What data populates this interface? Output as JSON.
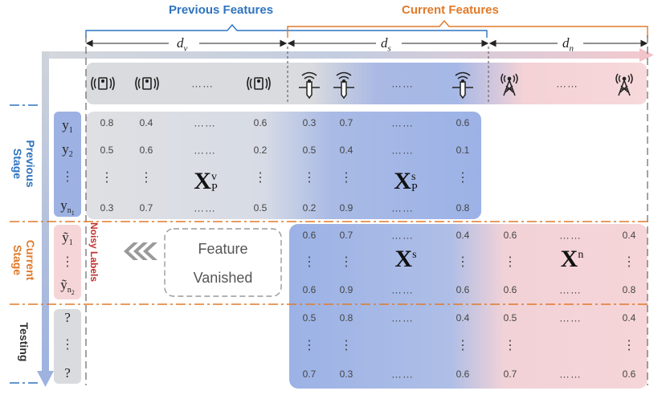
{
  "header": {
    "previous_features": "Previous Features",
    "current_features": "Current Features"
  },
  "dims": {
    "dv": "d",
    "dv_sub": "v",
    "ds": "d",
    "ds_sub": "s",
    "dn": "d",
    "dn_sub": "n"
  },
  "stages": {
    "previous": "Previous Stage",
    "current": "Current Stage",
    "testing": "Testing"
  },
  "noisy_labels": "Noisy Labels",
  "vanished": {
    "line1": "Feature",
    "line2": "Vanished"
  },
  "labels": {
    "y1": "y",
    "y1_sub": "1",
    "y2": "y",
    "y2_sub": "2",
    "yn1": "y",
    "yn1_sub": "n",
    "ty1": "ỹ",
    "ty1_sub": "1",
    "tyn2": "ỹ",
    "tyn2_sub": "n",
    "q": "?"
  },
  "matrices": {
    "xpv": {
      "base": "X",
      "sup": "v",
      "sub": "P"
    },
    "xps": {
      "base": "X",
      "sup": "s",
      "sub": "P"
    },
    "xs": {
      "base": "X",
      "sup": "s"
    },
    "xn": {
      "base": "X",
      "sup": "n"
    }
  },
  "ellipsis": "……",
  "vdots": "⋮",
  "values": {
    "prev_v": {
      "r1": [
        "0.8",
        "0.4",
        "0.6"
      ],
      "r2": [
        "0.5",
        "0.6",
        "0.2"
      ],
      "r3": [
        "0.3",
        "0.7",
        "0.5"
      ]
    },
    "prev_s": {
      "r1": [
        "0.3",
        "0.7",
        "0.6"
      ],
      "r2": [
        "0.5",
        "0.4",
        "0.1"
      ],
      "r3": [
        "0.2",
        "0.9",
        "0.8"
      ]
    },
    "cur_s": {
      "r1": [
        "0.6",
        "0.7",
        "0.4"
      ],
      "r2": [
        "0.6",
        "0.9",
        "0.6"
      ]
    },
    "cur_n": {
      "r1": [
        "0.6",
        "0.4"
      ],
      "r2": [
        "0.6",
        "0.8"
      ]
    },
    "test_s": {
      "r1": [
        "0.5",
        "0.8",
        "0.4"
      ],
      "r2": [
        "0.7",
        "0.3",
        "0.6"
      ]
    },
    "test_n": {
      "r1": [
        "0.5",
        "0.4"
      ],
      "r2": [
        "0.7",
        "0.6"
      ]
    }
  },
  "colors": {
    "blue": "#2f74c0",
    "orange": "#e07a2a",
    "red": "#c0302b",
    "grayPanel": "#d9dbde",
    "bluePanel": "#9fb4e6",
    "pinkPanel": "#f6d3d6"
  },
  "icons": [
    "camera-icon",
    "sensor-icon",
    "antenna-icon",
    "chevrons-left-icon"
  ]
}
